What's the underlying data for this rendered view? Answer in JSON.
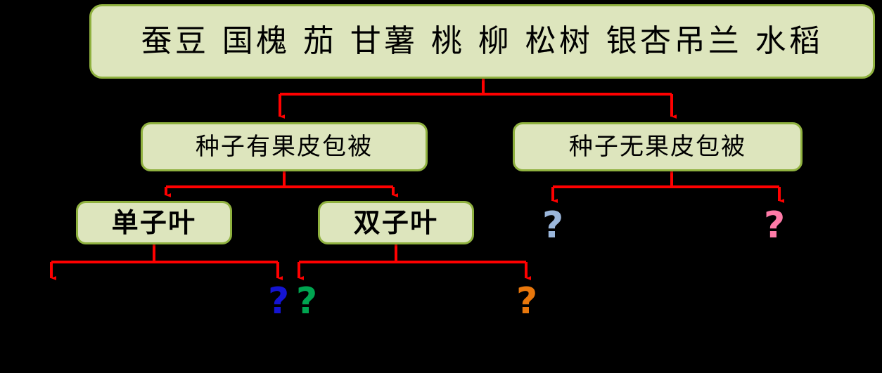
{
  "diagram": {
    "title_text": "蚕豆 国槐 茄 甘薯 桃 柳 松树 银杏吊兰 水稻",
    "accent_color": "#ff0000",
    "box_fill_color": "#dde5bd",
    "box_border_color": "#8fb13f",
    "background_color": "#000000",
    "nodes": {
      "root": {
        "label": "蚕豆 国槐 茄 甘薯 桃 柳 松树 银杏吊兰 水稻"
      },
      "with_pericarp": {
        "label": "种子有果皮包被"
      },
      "no_pericarp": {
        "label": "种子无果皮包被"
      },
      "monocot": {
        "label": "单子叶"
      },
      "dicot": {
        "label": "双子叶"
      }
    },
    "placeholders": [
      {
        "id": "blank-monocot-left",
        "glyph": "",
        "color": "#000000"
      },
      {
        "id": "blank-monocot-right",
        "glyph": "?",
        "color": "#1414d2"
      },
      {
        "id": "blank-dicot-left",
        "glyph": "?",
        "color": "#00a550"
      },
      {
        "id": "blank-dicot-right",
        "glyph": "?",
        "color": "#e8770c"
      },
      {
        "id": "blank-nopericarp-left",
        "glyph": "?",
        "color": "#9bb7dc"
      },
      {
        "id": "blank-nopericarp-right",
        "glyph": "?",
        "color": "#ff7ba8"
      }
    ]
  }
}
